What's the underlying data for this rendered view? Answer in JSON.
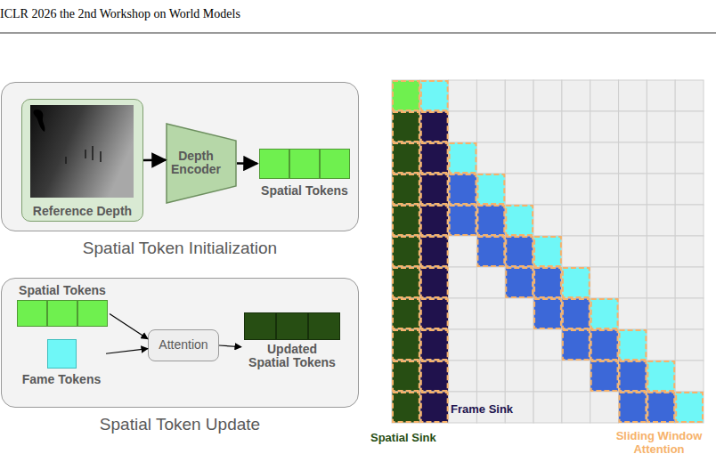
{
  "diagram": {
    "nodes": [
      {
        "text": [
          "Spatial Token Initialization"
        ]
      },
      {
        "text": [
          "Reference Depth"
        ],
        "in": 0
      },
      {
        "text": [
          "Depth Encoder"
        ],
        "in": 0
      },
      {
        "text": [
          "Spatial Tokens"
        ],
        "in": 0
      },
      {
        "text": [
          "Spatial Token Update"
        ]
      },
      {
        "text": [
          "Spatial Tokens"
        ],
        "in": 4
      },
      {
        "text": [
          "Fame Tokens"
        ],
        "in": 4
      },
      {
        "text": [
          "Attention"
        ],
        "in": 4
      },
      {
        "text": [
          "Updated Spatial Tokens"
        ],
        "in": 4
      }
    ],
    "edges": [
      {
        "from": 1,
        "to": 2,
        "arrow": "to"
      },
      {
        "from": 2,
        "to": 3,
        "arrow": "to"
      },
      {
        "from": 5,
        "to": 7,
        "arrow": "to"
      },
      {
        "from": 6,
        "to": 7,
        "arrow": "to"
      },
      {
        "from": 7,
        "to": 8,
        "arrow": "to"
      }
    ],
    "labels": [
      "ICLR 2026 the 2nd Workshop on World Models",
      "Frame Sink",
      "Spatial Sink",
      "Sliding Window Attention"
    ]
  }
}
